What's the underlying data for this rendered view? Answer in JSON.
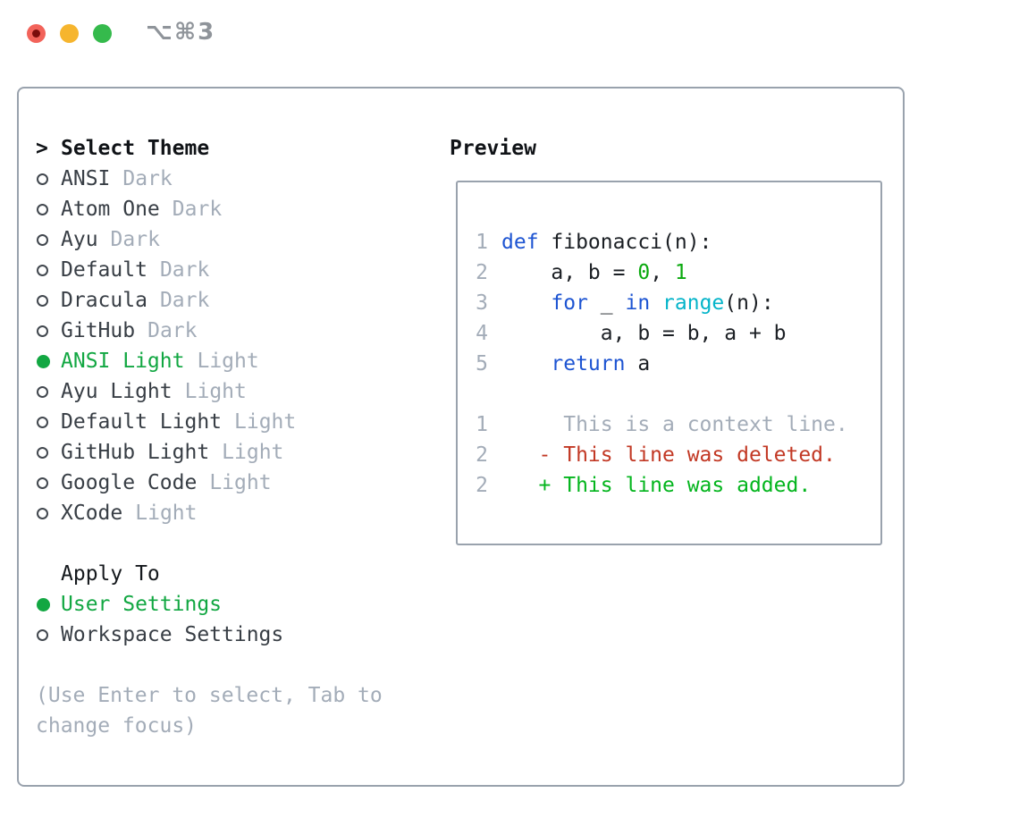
{
  "titlebar": {
    "shortcut": "⌥⌘3",
    "lights": [
      "close",
      "minimize",
      "maximize"
    ]
  },
  "theme_selector": {
    "prompt": ">",
    "title": "Select Theme",
    "items": [
      {
        "name": "ANSI",
        "variant": "Dark",
        "selected": false
      },
      {
        "name": "Atom One",
        "variant": "Dark",
        "selected": false
      },
      {
        "name": "Ayu",
        "variant": "Dark",
        "selected": false
      },
      {
        "name": "Default",
        "variant": "Dark",
        "selected": false
      },
      {
        "name": "Dracula",
        "variant": "Dark",
        "selected": false
      },
      {
        "name": "GitHub",
        "variant": "Dark",
        "selected": false
      },
      {
        "name": "ANSI Light",
        "variant": "Light",
        "selected": true
      },
      {
        "name": "Ayu Light",
        "variant": "Light",
        "selected": false
      },
      {
        "name": "Default Light",
        "variant": "Light",
        "selected": false
      },
      {
        "name": "GitHub Light",
        "variant": "Light",
        "selected": false
      },
      {
        "name": "Google Code",
        "variant": "Light",
        "selected": false
      },
      {
        "name": "XCode",
        "variant": "Light",
        "selected": false
      }
    ]
  },
  "apply_to": {
    "title": "Apply To",
    "options": [
      {
        "label": "User Settings",
        "selected": true
      },
      {
        "label": "Workspace Settings",
        "selected": false
      }
    ]
  },
  "help_lines": [
    "(Use Enter to select, Tab to",
    "change focus)"
  ],
  "preview": {
    "title": "Preview",
    "lines": [
      {
        "num": "1",
        "tokens": [
          {
            "t": "def",
            "c": "keyword"
          },
          {
            "t": " fibonacci(n):",
            "c": "plain"
          }
        ]
      },
      {
        "num": "2",
        "tokens": [
          {
            "t": "    a, b = ",
            "c": "plain"
          },
          {
            "t": "0",
            "c": "number"
          },
          {
            "t": ", ",
            "c": "plain"
          },
          {
            "t": "1",
            "c": "number"
          }
        ]
      },
      {
        "num": "3",
        "tokens": [
          {
            "t": "    ",
            "c": "plain"
          },
          {
            "t": "for",
            "c": "keyword"
          },
          {
            "t": " _ ",
            "c": "plain"
          },
          {
            "t": "in",
            "c": "keyword"
          },
          {
            "t": " ",
            "c": "plain"
          },
          {
            "t": "range",
            "c": "builtin"
          },
          {
            "t": "(n):",
            "c": "plain"
          }
        ]
      },
      {
        "num": "4",
        "tokens": [
          {
            "t": "        a, b = b, a + b",
            "c": "plain"
          }
        ]
      },
      {
        "num": "5",
        "tokens": [
          {
            "t": "    ",
            "c": "plain"
          },
          {
            "t": "return",
            "c": "keyword"
          },
          {
            "t": " a",
            "c": "plain"
          }
        ]
      },
      {
        "num": "",
        "tokens": []
      },
      {
        "num": "1",
        "tokens": [
          {
            "t": "     This is a context line.",
            "c": "context"
          }
        ]
      },
      {
        "num": "2",
        "tokens": [
          {
            "t": "   - This line was deleted.",
            "c": "deleted"
          }
        ]
      },
      {
        "num": "2",
        "tokens": [
          {
            "t": "   + This line was added.",
            "c": "added"
          }
        ]
      }
    ]
  },
  "colors": {
    "ink": "#101317",
    "text": "#383e45",
    "muted": "#a3acb8",
    "border": "#99a2ad",
    "green": "#12a742",
    "keyword": "#1d54d2",
    "builtin": "#04b4c9",
    "number": "#0aa90e",
    "added": "#03b51d",
    "deleted": "#c23824",
    "shortcut": "#8f949a",
    "light_red": "#f2635a",
    "light_red_dot": "#7a0d0c",
    "light_yellow": "#f6b52e",
    "light_green": "#35ba4c"
  }
}
